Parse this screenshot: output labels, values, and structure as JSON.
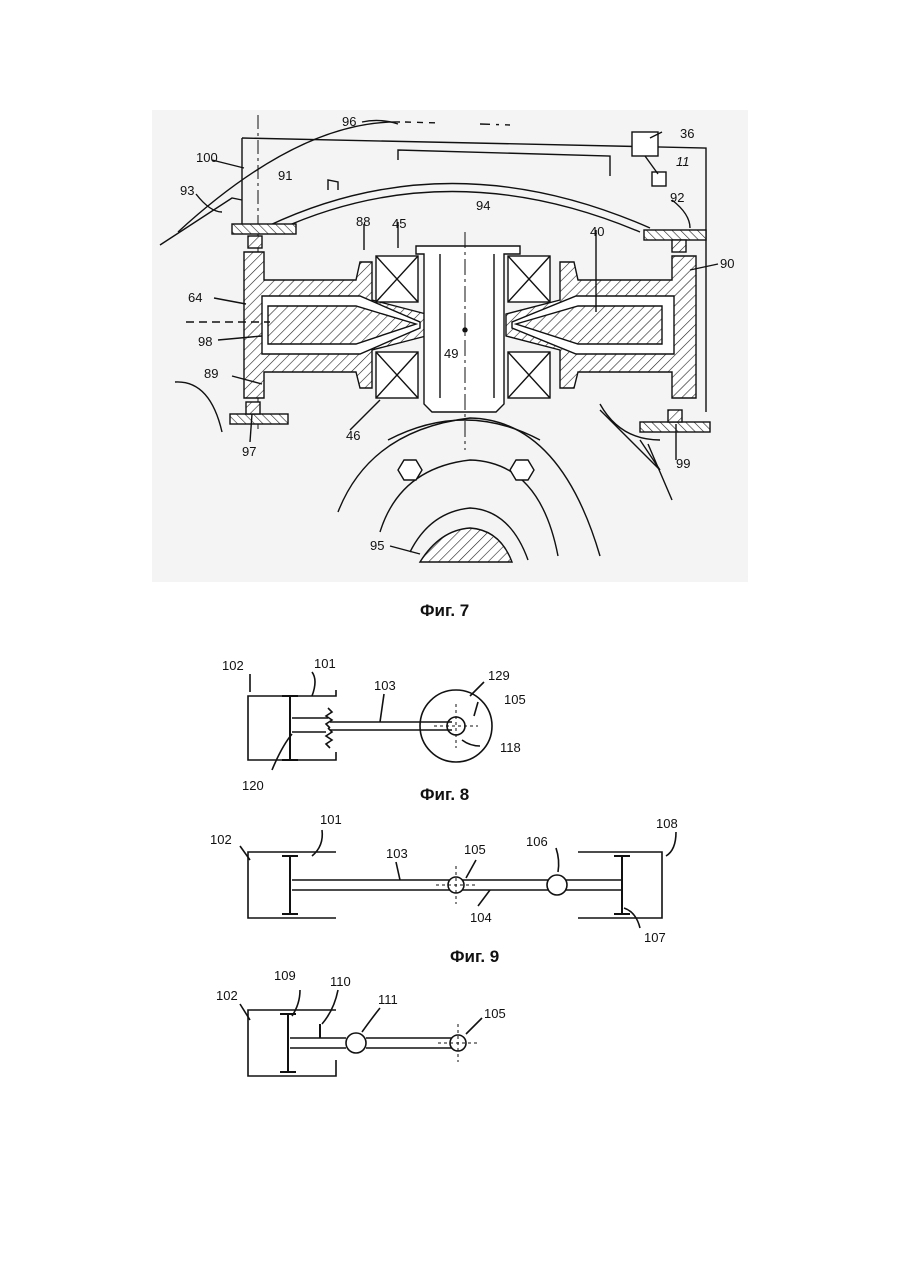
{
  "figures": [
    {
      "caption": "Фиг. 7",
      "labels": {
        "l96": "96",
        "l36": "36",
        "l100": "100",
        "l91": "91",
        "l11": "11",
        "l93": "93",
        "l94": "94",
        "l92": "92",
        "l88": "88",
        "l45": "45",
        "l40": "40",
        "l90": "90",
        "l64": "64",
        "l98": "98",
        "l49": "49",
        "l89": "89",
        "l46": "46",
        "l97": "97",
        "l99": "99",
        "l95": "95"
      }
    },
    {
      "caption": "Фиг. 8",
      "labels": {
        "l102": "102",
        "l101": "101",
        "l103": "103",
        "l129": "129",
        "l105": "105",
        "l118": "118",
        "l120": "120"
      }
    },
    {
      "caption": "Фиг. 9",
      "labels": {
        "l102": "102",
        "l101": "101",
        "l103": "103",
        "l105": "105",
        "l106": "106",
        "l108": "108",
        "l104": "104",
        "l107": "107"
      }
    },
    {
      "caption": "",
      "labels": {
        "l102": "102",
        "l109": "109",
        "l110": "110",
        "l111": "111",
        "l105": "105"
      }
    }
  ]
}
